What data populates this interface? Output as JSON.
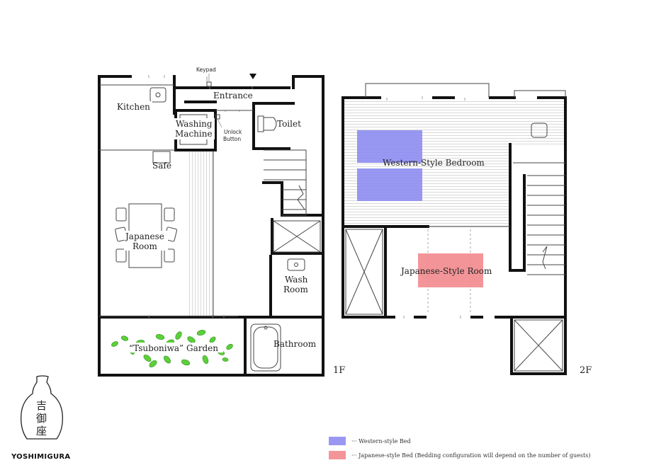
{
  "floor1": {
    "label": "1F",
    "rooms": {
      "kitchen": "Kitchen",
      "entrance": "Entrance",
      "keypad": "Keypad",
      "washing_machine_line1": "Washing",
      "washing_machine_line2": "Machine",
      "unlock_button_line1": "Unlock",
      "unlock_button_line2": "Button",
      "toilet": "Toilet",
      "safe": "Safe",
      "japanese_room_line1": "Japanese",
      "japanese_room_line2": "Room",
      "wash_room_line1": "Wash",
      "wash_room_line2": "Room",
      "garden": "“Tsuboniwa” Garden",
      "bathroom": "Bathroom"
    }
  },
  "floor2": {
    "label": "2F",
    "rooms": {
      "western_bedroom": "Western-Style Bedroom",
      "japanese_style_room": "Japanese-Style Room"
    }
  },
  "legend": {
    "western_bed": "··· Western-style Bed",
    "japanese_bed": "··· Japanese-style Bed  (Bedding configuration will depend on the number of guests)",
    "western_color": "#8d8df2",
    "japanese_color": "#f2898d"
  },
  "logo": {
    "kanji_1": "吉",
    "kanji_2": "御",
    "kanji_3": "座",
    "name": "YOSHIMIGURA"
  }
}
